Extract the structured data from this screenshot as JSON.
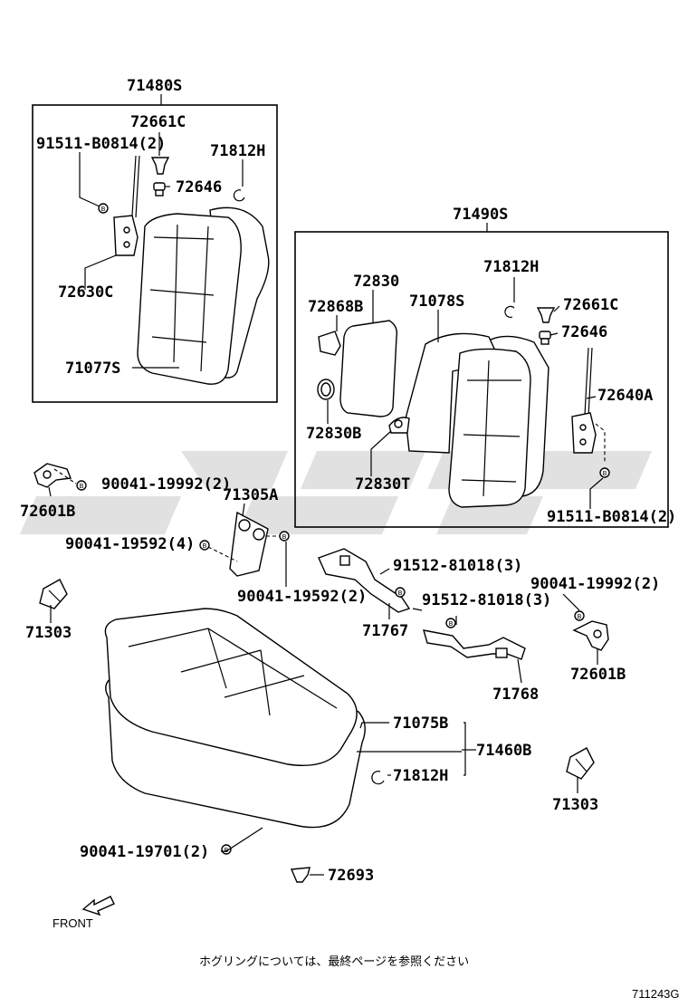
{
  "labels": {
    "l71480s": "71480S",
    "l72661c_a": "72661C",
    "l91511_a": "91511-B0814(2)",
    "l71812h_a": "71812H",
    "l72646_a": "72646",
    "l72630c": "72630C",
    "l71077s": "71077S",
    "l71490s": "71490S",
    "l72830": "72830",
    "l71812h_b": "71812H",
    "l72868b": "72868B",
    "l71078s": "71078S",
    "l72661c_b": "72661C",
    "l72646_b": "72646",
    "l72640a": "72640A",
    "l72830b": "72830B",
    "l72830t": "72830T",
    "l91511_b": "91511-B0814(2)",
    "l90041_19992_a": "90041-19992(2)",
    "l72601b_a": "72601B",
    "l71305a": "71305A",
    "l90041_19592_4": "90041-19592(4)",
    "l91512_a": "91512-81018(3)",
    "l90041_19992_b": "90041-19992(2)",
    "l90041_19592_2": "90041-19592(2)",
    "l91512_b": "91512-81018(3)",
    "l71303_a": "71303",
    "l71767": "71767",
    "l72601b_b": "72601B",
    "l71768": "71768",
    "l71075b": "71075B",
    "l71460b": "71460B",
    "l71812h_c": "71812H",
    "l71303_b": "71303",
    "l90041_19701": "90041-19701(2)",
    "l72693": "72693",
    "front": "FRONT"
  },
  "footnote": "ホグリングについては、最終ページを参照ください",
  "figure_ref": "711243G"
}
